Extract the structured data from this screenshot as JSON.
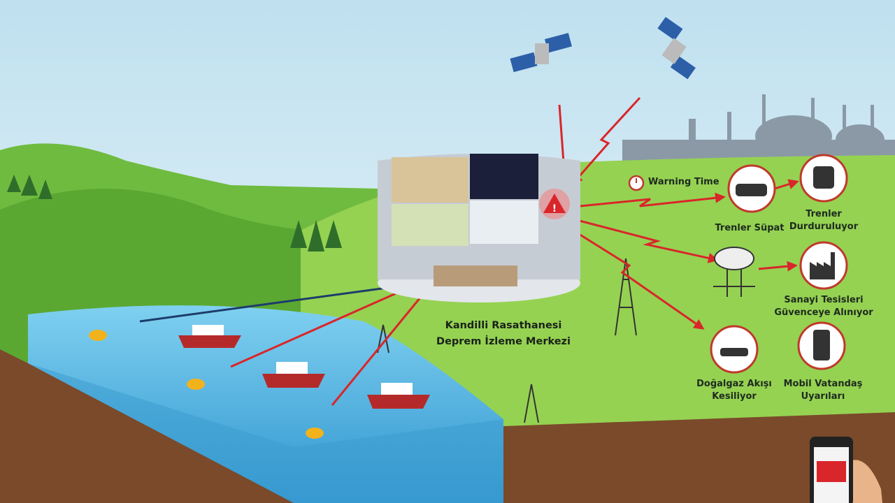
{
  "center": {
    "line1": "Kandilli Rasathanesi",
    "line2": "Deprem İzleme Merkezi"
  },
  "warning_time": "Warning Time",
  "actions": {
    "train_slow": {
      "line1": "Trenler Süpat"
    },
    "train_stop": {
      "line1": "Trenler",
      "line2": "Durduruluyor"
    },
    "industry": {
      "line1": "Sanayi Tesisleri",
      "line2": "Güvenceye Alınıyor"
    },
    "gas": {
      "line1": "Doğalgaz Akışı",
      "line2": "Kesiliyor"
    },
    "mobile": {
      "line1": "Mobil Vatandaş",
      "line2": "Uyarıları"
    }
  },
  "colors": {
    "alert": "#d9262a",
    "grass": "#8fcf4e",
    "sea": "#4fb3e0",
    "soil": "#7a4a2a",
    "sky": "#d6ebf4"
  }
}
